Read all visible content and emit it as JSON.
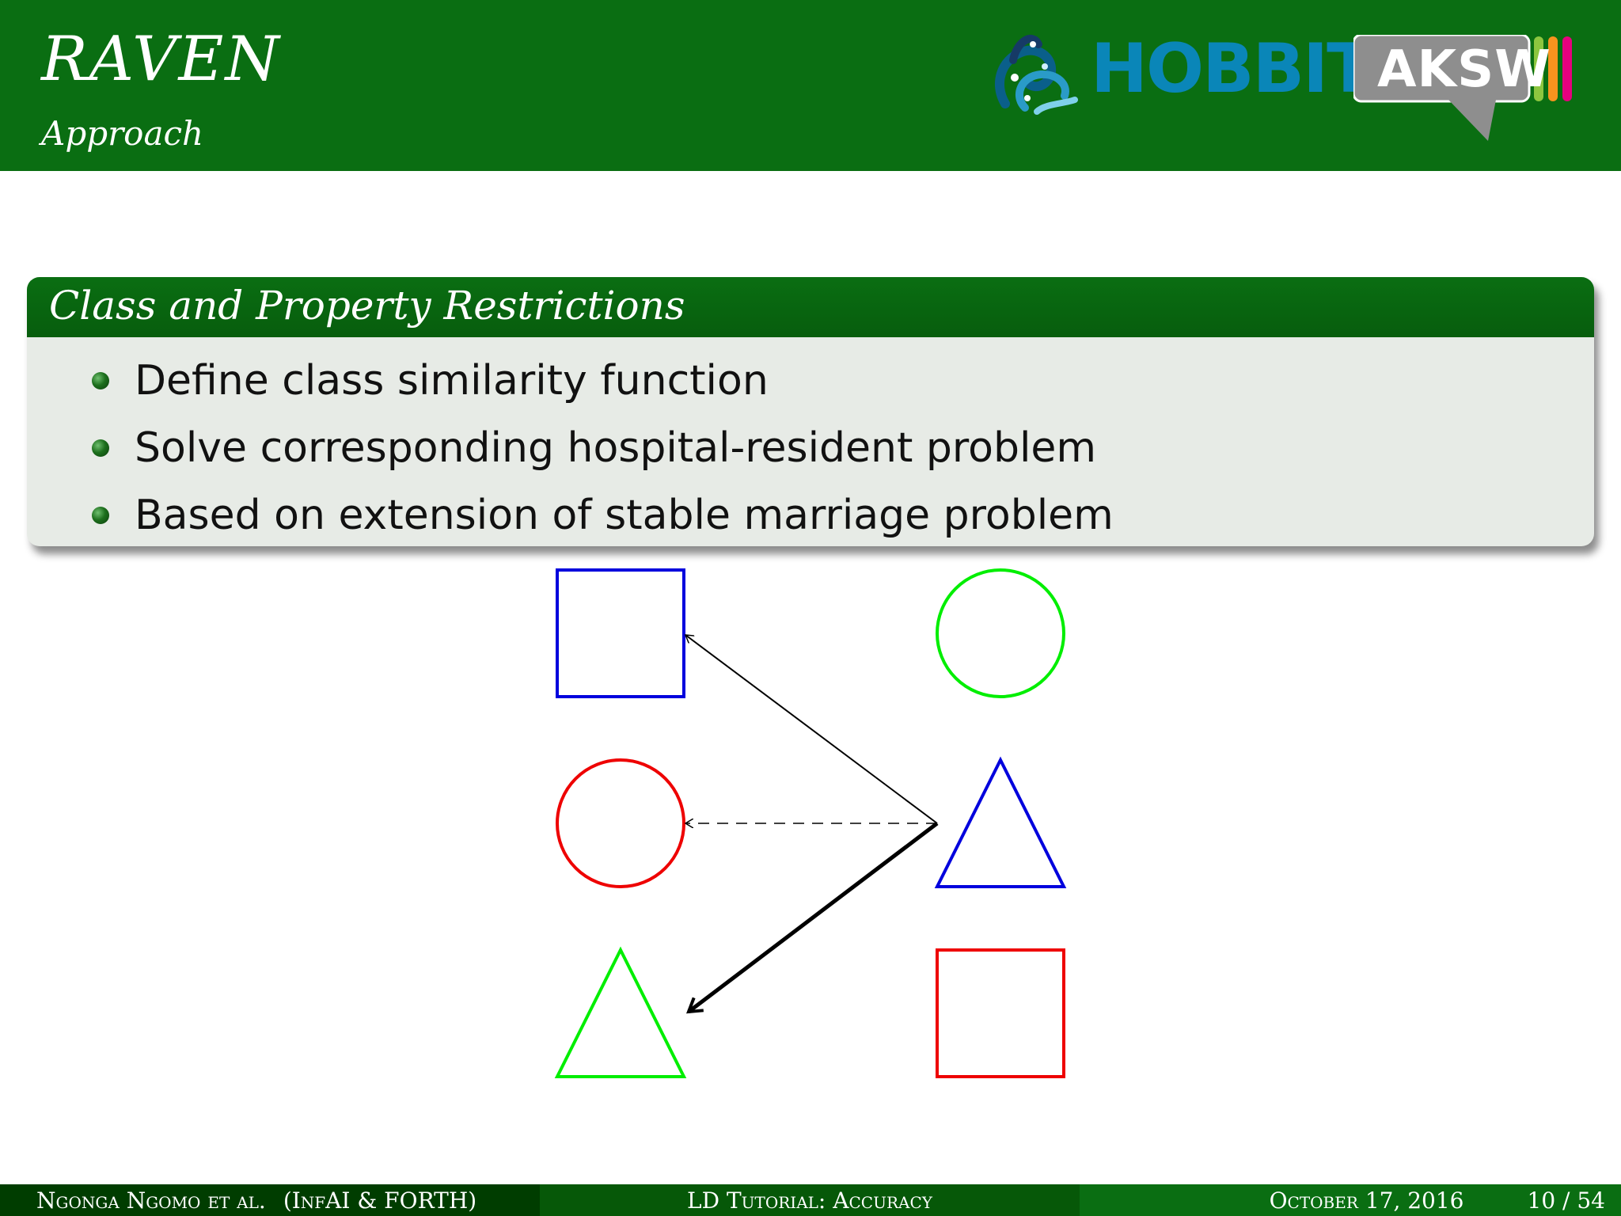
{
  "header": {
    "title": "RAVEN",
    "subtitle": "Approach",
    "logos": {
      "hobbit_text": "HOBBIT",
      "aksw_text": "AKSW",
      "hobbit_color": "#0a86b8",
      "aksw_bar_colors": [
        "#8dc63f",
        "#f7931e",
        "#e6007e"
      ]
    }
  },
  "block": {
    "title": "Class and Property Restrictions",
    "items": [
      "Define class similarity function",
      "Solve corresponding hospital-resident problem",
      "Based on extension of stable marriage problem"
    ]
  },
  "diagram": {
    "left_column": [
      {
        "shape": "square",
        "color": "#0000dd"
      },
      {
        "shape": "circle",
        "color": "#ee0000"
      },
      {
        "shape": "triangle",
        "color": "#00ee00"
      }
    ],
    "right_column": [
      {
        "shape": "circle",
        "color": "#00ee00"
      },
      {
        "shape": "triangle",
        "color": "#0000dd"
      },
      {
        "shape": "square",
        "color": "#ee0000"
      }
    ],
    "arrows": [
      {
        "from": "right-triangle",
        "to": "left-square",
        "style": "thin"
      },
      {
        "from": "right-triangle",
        "to": "left-circle",
        "style": "dashed"
      },
      {
        "from": "right-triangle",
        "to": "left-triangle",
        "style": "thick"
      }
    ]
  },
  "footer": {
    "authors": "Ngonga Ngomo et al.",
    "affiliation": "(InfAI & FORTH)",
    "talk": "LD Tutorial: Accuracy",
    "date": "October 17, 2016",
    "page": "10 / 54"
  }
}
